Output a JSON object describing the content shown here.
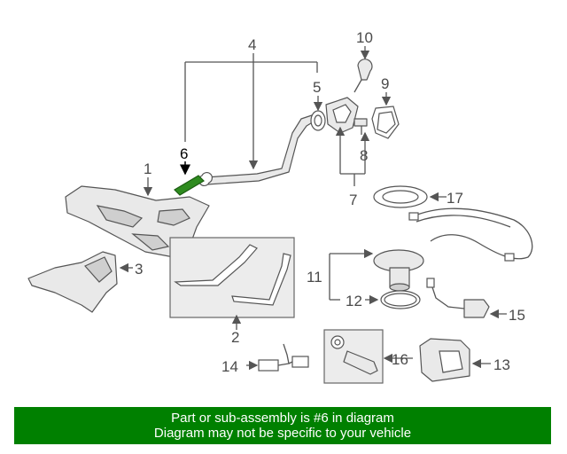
{
  "callouts": {
    "c1": "1",
    "c2": "2",
    "c3": "3",
    "c4": "4",
    "c5": "5",
    "c6": "6",
    "c7": "7",
    "c8": "8",
    "c9": "9",
    "c10": "10",
    "c11": "11",
    "c12": "12",
    "c13": "13",
    "c14": "14",
    "c15": "15",
    "c16": "16",
    "c17": "17"
  },
  "highlight_color": "#2e8b1f",
  "banner": {
    "line1": "Part or sub-assembly is #6 in diagram",
    "line2": "Diagram may not be specific to your vehicle",
    "background": "#008000"
  }
}
